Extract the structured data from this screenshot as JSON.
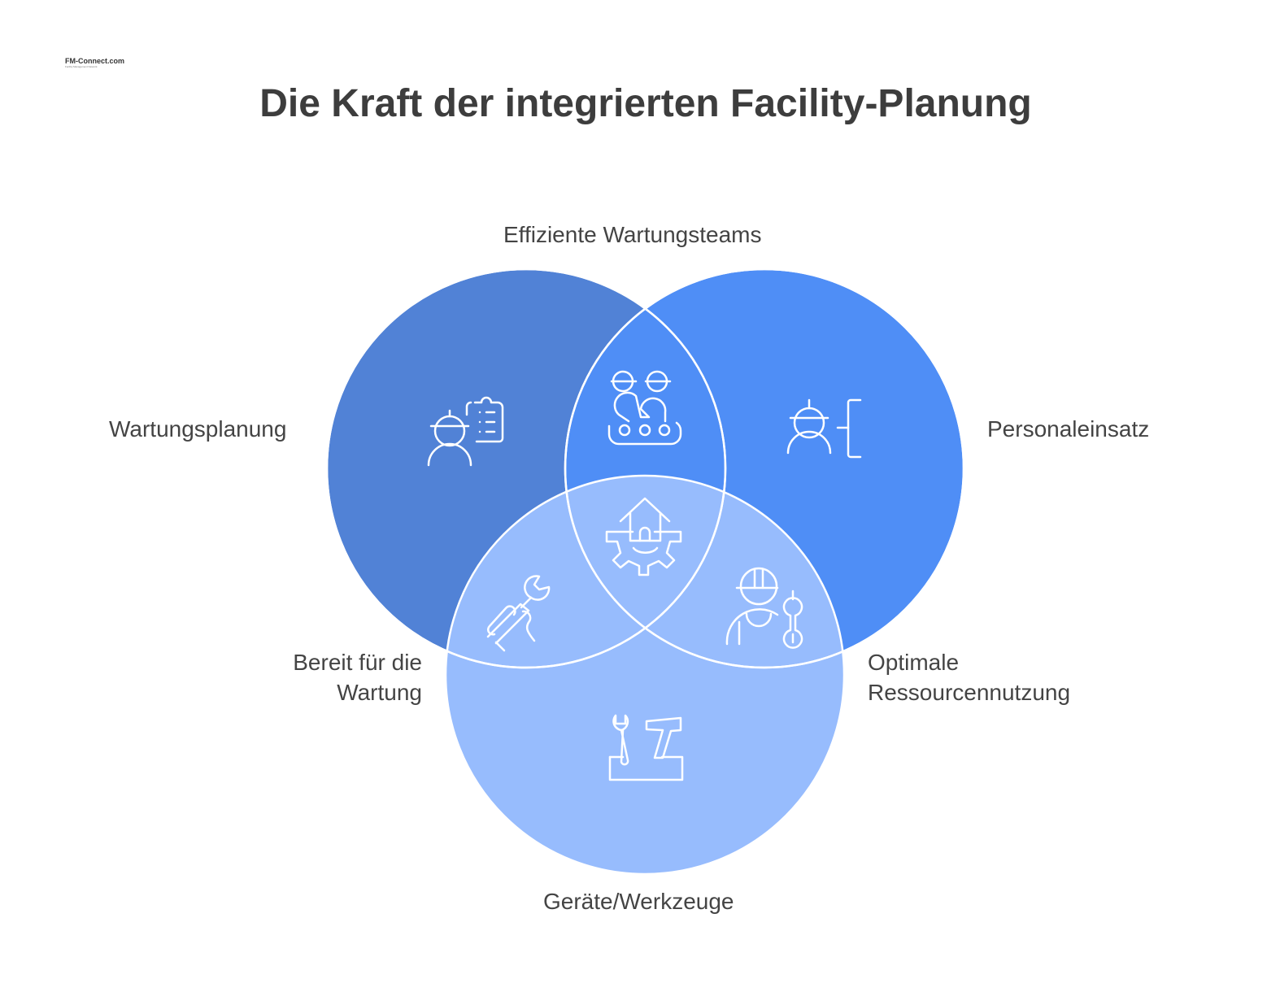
{
  "title": "Die Kraft der integrierten Facility-Planung",
  "logo": {
    "text": "FM-Connect.com",
    "subtitle": "Facility Management Network"
  },
  "colors": {
    "circle_left": "#5182D6",
    "circle_right": "#4F8EF6",
    "circle_bottom": "#97BCFD",
    "outline": "#ffffff"
  },
  "sets": {
    "left": {
      "label": "Wartungsplanung",
      "icon": "worker-clipboard-icon"
    },
    "right": {
      "label": "Personaleinsatz",
      "icon": "worker-bracket-icon"
    },
    "bottom": {
      "label": "Geräte/Werkzeuge",
      "icon": "toolbox-icon"
    }
  },
  "intersections": {
    "left_right": {
      "label": "Effiziente Wartungsteams",
      "icon": "team-icon"
    },
    "left_bottom": {
      "label_line1": "Bereit für die",
      "label_line2": "Wartung",
      "icon": "hand-wrench-icon"
    },
    "right_bottom": {
      "label_line1": "Optimale",
      "label_line2": "Ressourcennutzung",
      "icon": "worker-wrench-icon"
    },
    "center": {
      "icon": "house-gear-icon"
    }
  }
}
